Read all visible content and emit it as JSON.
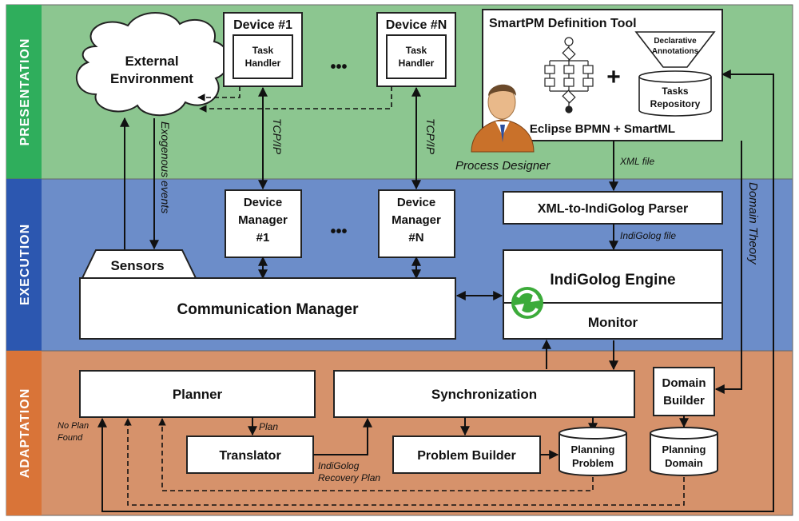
{
  "bands": {
    "presentation": "PRESENTATION",
    "execution": "EXECUTION",
    "adaptation": "ADAPTATION"
  },
  "colors": {
    "presentation_fill": "#8cc690",
    "presentation_tab": "#2fae5c",
    "execution_fill": "#6c8dc9",
    "execution_tab": "#2c57b0",
    "adaptation_fill": "#d6926b",
    "adaptation_tab": "#d97438",
    "refresh_icon": "#3cab3a"
  },
  "presentation": {
    "external_env": [
      "External",
      "Environment"
    ],
    "device1": "Device #1",
    "deviceN": "Device #N",
    "task_handler": [
      "Task",
      "Handler"
    ],
    "ellipsis": "•••",
    "tool_title": "SmartPM Definition Tool",
    "declarative": [
      "Declarative",
      "Annotations"
    ],
    "tasks_repo": [
      "Tasks",
      "Repository"
    ],
    "plus": "+",
    "tool_caption": "Eclipse BPMN + SmartML",
    "process_designer": "Process Designer",
    "tcpip": "TCP/IP",
    "exogenous": "Exogenous events",
    "xml_file": "XML file",
    "domain_theory": "Domain Theory"
  },
  "execution": {
    "device_mgr1": [
      "Device",
      "Manager",
      "#1"
    ],
    "device_mgrN": [
      "Device",
      "Manager",
      "#N"
    ],
    "ellipsis": "•••",
    "sensors": "Sensors",
    "comm_manager": "Communication Manager",
    "parser": "XML-to-IndiGolog Parser",
    "indigolog_file": "IndiGolog file",
    "engine": "IndiGolog Engine",
    "monitor": "Monitor"
  },
  "adaptation": {
    "planner": "Planner",
    "synchronization": "Synchronization",
    "domain_builder": [
      "Domain",
      "Builder"
    ],
    "translator": "Translator",
    "problem_builder": "Problem Builder",
    "planning_problem": [
      "Planning",
      "Problem"
    ],
    "planning_domain": [
      "Planning",
      "Domain"
    ],
    "plan": "Plan",
    "no_plan": [
      "No Plan",
      "Found"
    ],
    "recovery": [
      "IndiGolog",
      "Recovery Plan"
    ]
  }
}
